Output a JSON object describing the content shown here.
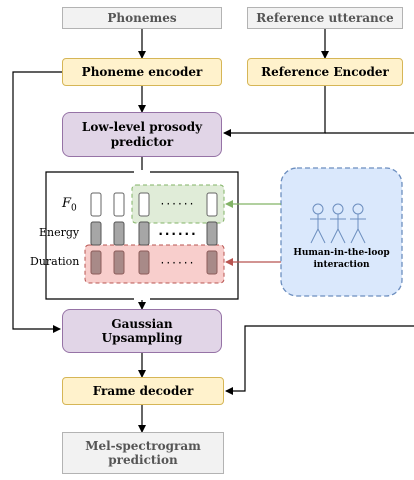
{
  "nodes": {
    "phonemes": "Phonemes",
    "reference_utterance": "Reference utterance",
    "phoneme_encoder": "Phoneme encoder",
    "reference_encoder": "Reference Encoder",
    "low_level_prosody_predictor": [
      "Low-level prosody",
      "predictor"
    ],
    "gaussian_upsampling": [
      "Gaussian",
      "Upsampling"
    ],
    "frame_decoder": "Frame decoder",
    "mel_spectrogram_prediction": [
      "Mel-spectrogram",
      "prediction"
    ]
  },
  "feature_labels": {
    "f0": "F",
    "f0_subscript": "0",
    "energy": "Energy",
    "duration": "Duration"
  },
  "human_in_the_loop": [
    "Human-in-the-loop",
    "interaction"
  ],
  "colors": {
    "green_arrow": "#82b366",
    "red_arrow": "#b85450",
    "human_box_fill": "#dae8fc",
    "human_box_border": "#6c8ebf",
    "purple_fill": "#e1d5e7",
    "yellow_fill": "#fff2cc"
  },
  "icons": [
    "person-icon",
    "person-icon",
    "person-icon"
  ]
}
